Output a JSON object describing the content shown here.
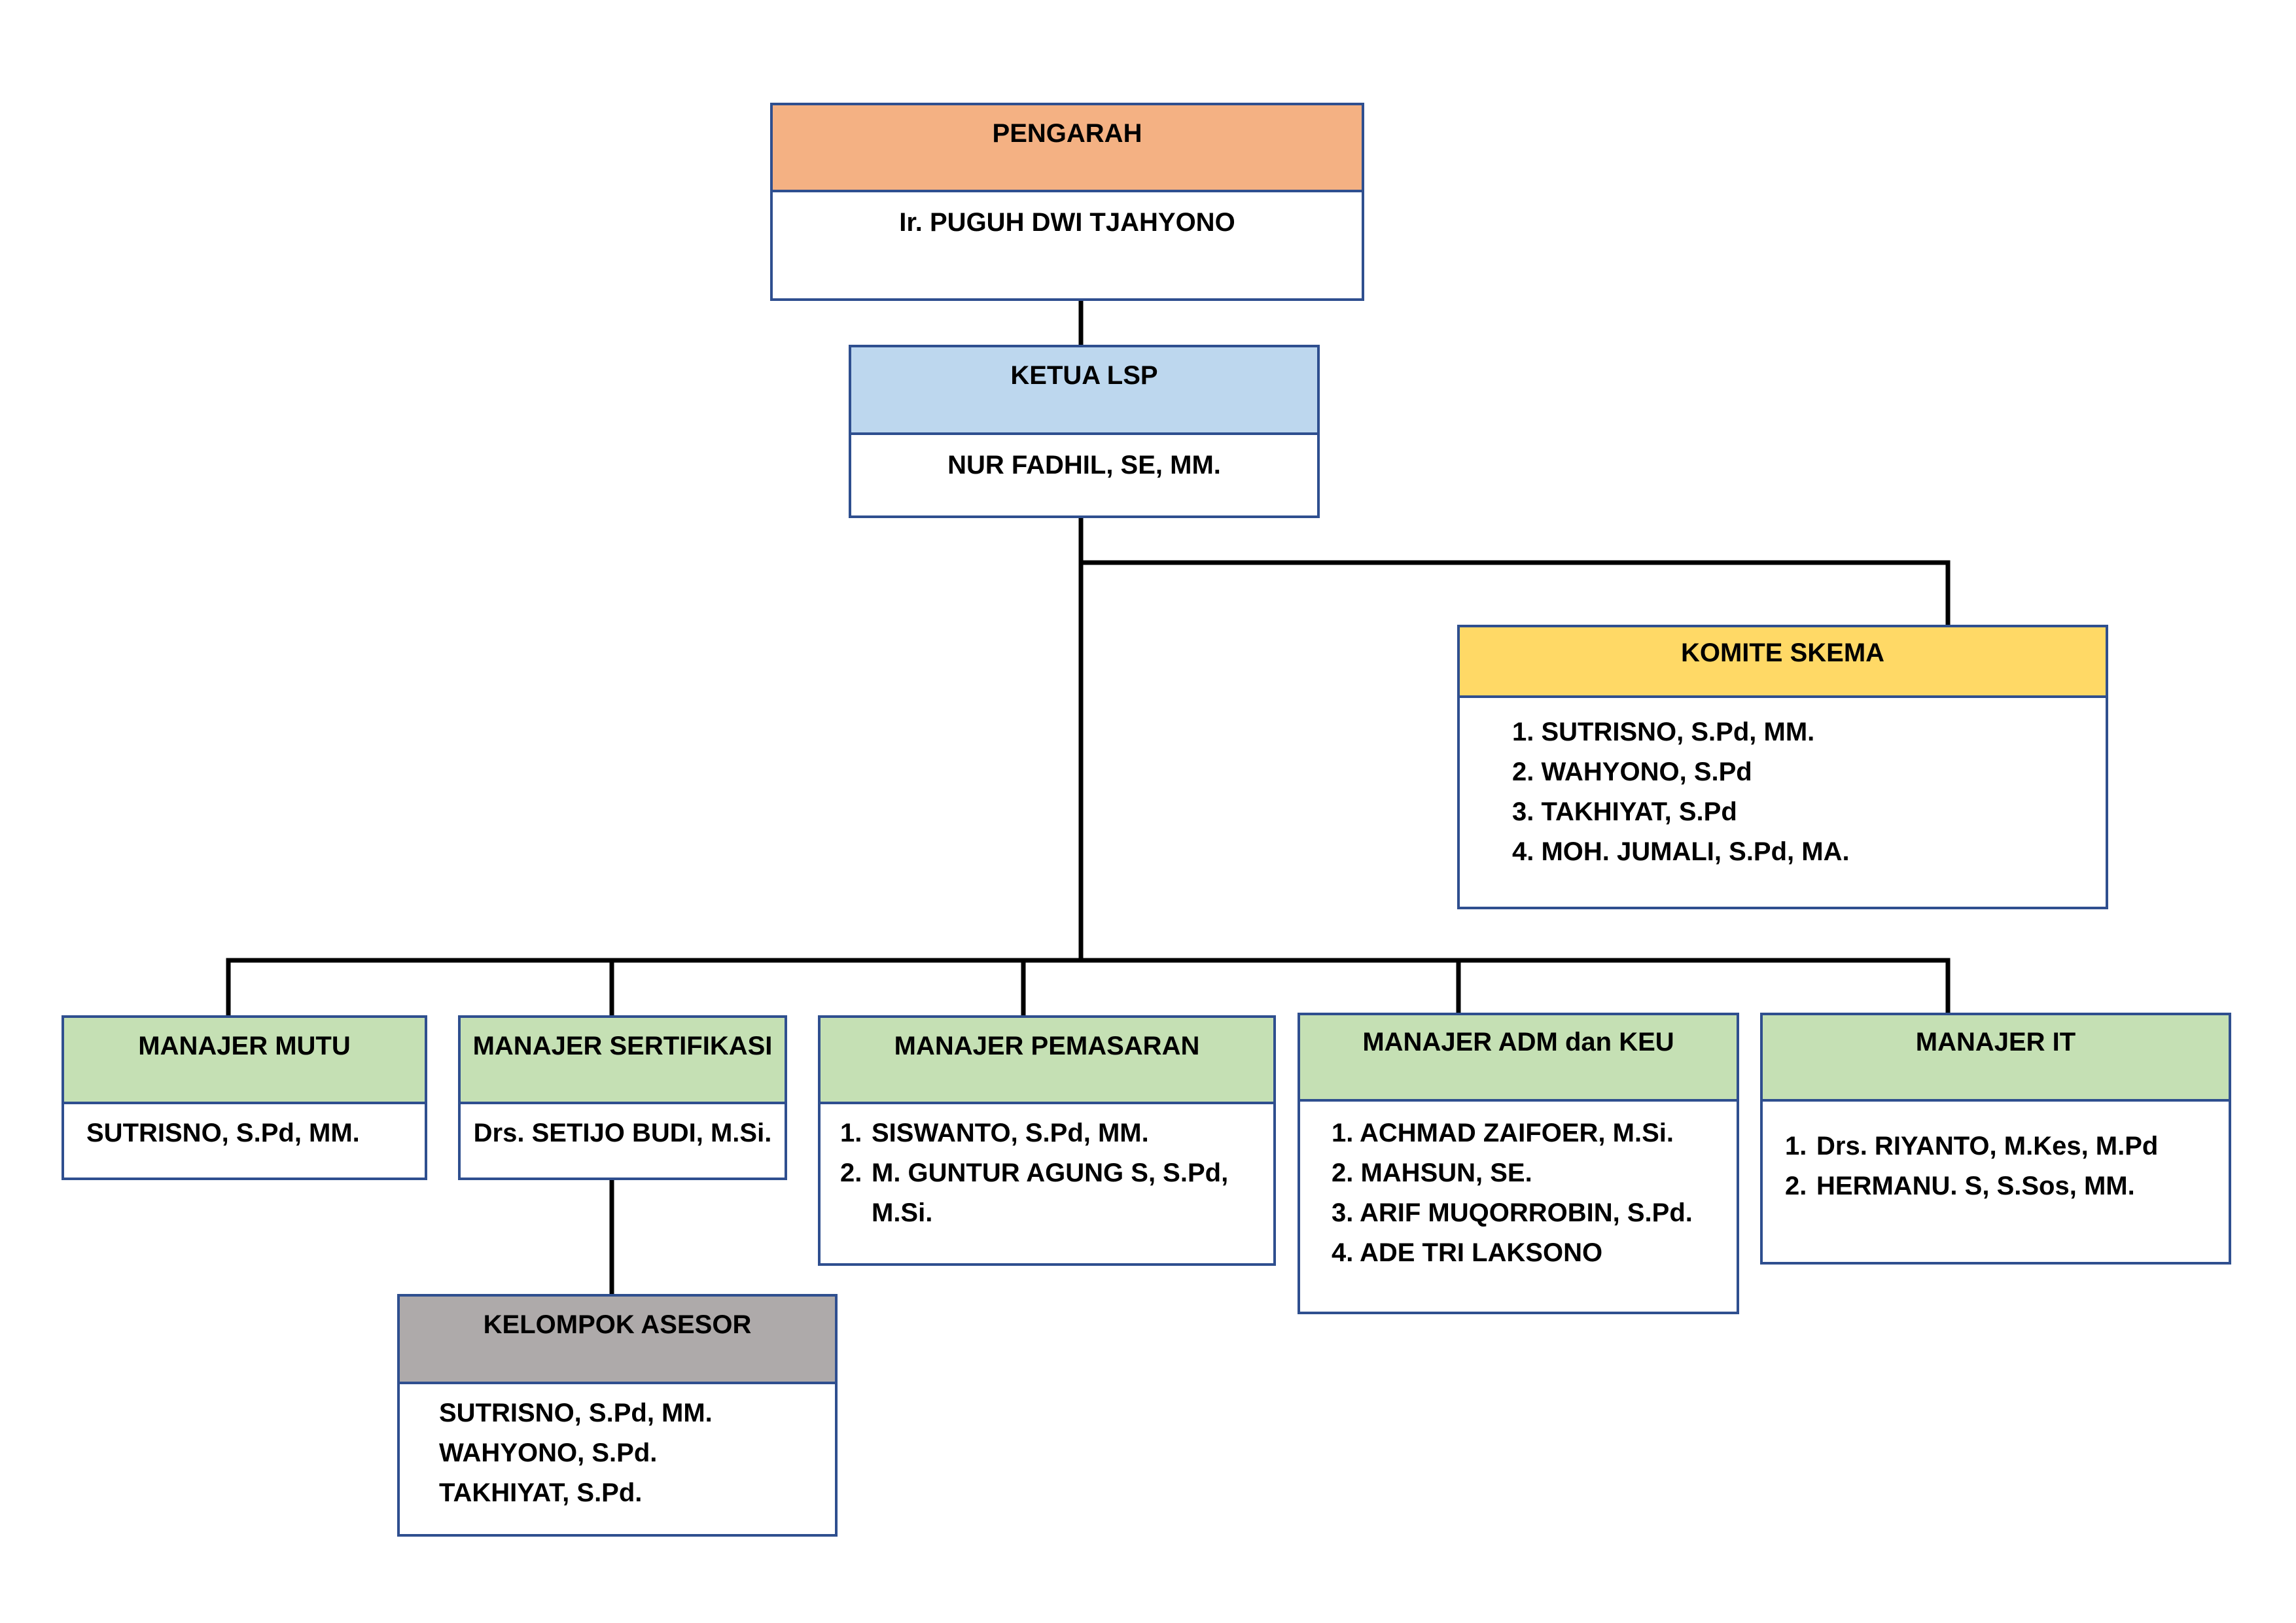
{
  "colors": {
    "border": "#2f4f8f",
    "pengarah": "#f4b183",
    "ketua": "#bdd7ee",
    "komite": "#ffd966",
    "manajer": "#c5e0b4",
    "asesor": "#aeaaaa"
  },
  "pengarah": {
    "title": "PENGARAH",
    "name": "Ir. PUGUH DWI TJAHYONO"
  },
  "ketua": {
    "title": "KETUA LSP",
    "name": "NUR FADHIL, SE, MM."
  },
  "komite": {
    "title": "KOMITE SKEMA",
    "members": [
      "1. SUTRISNO, S.Pd, MM.",
      "2. WAHYONO, S.Pd",
      "3. TAKHIYAT, S.Pd",
      "4. MOH. JUMALI, S.Pd, MA."
    ]
  },
  "mutu": {
    "title": "MANAJER MUTU",
    "name": "SUTRISNO, S.Pd, MM."
  },
  "sertifikasi": {
    "title": "MANAJER SERTIFIKASI",
    "name": "Drs. SETIJO BUDI, M.Si."
  },
  "pemasaran": {
    "title": "MANAJER PEMASARAN",
    "members": [
      {
        "num": "1.",
        "text": "SISWANTO, S.Pd, MM."
      },
      {
        "num": "2.",
        "text": "M. GUNTUR AGUNG S, S.Pd,"
      }
    ],
    "continuation": "M.Si."
  },
  "adm": {
    "title": "MANAJER ADM dan KEU",
    "members": [
      "1.  ACHMAD ZAIFOER, M.Si.",
      "2. MAHSUN, SE.",
      "3. ARIF MUQORROBIN, S.Pd.",
      "4. ADE TRI LAKSONO"
    ]
  },
  "it": {
    "title": "MANAJER IT",
    "members": [
      {
        "num": "1.",
        "text": "Drs. RIYANTO, M.Kes, M.Pd"
      },
      {
        "num": "2.",
        "text": "HERMANU. S, S.Sos, MM."
      }
    ]
  },
  "asesor": {
    "title": "KELOMPOK ASESOR",
    "members": [
      "SUTRISNO, S.Pd, MM.",
      "WAHYONO, S.Pd.",
      "TAKHIYAT, S.Pd."
    ]
  }
}
